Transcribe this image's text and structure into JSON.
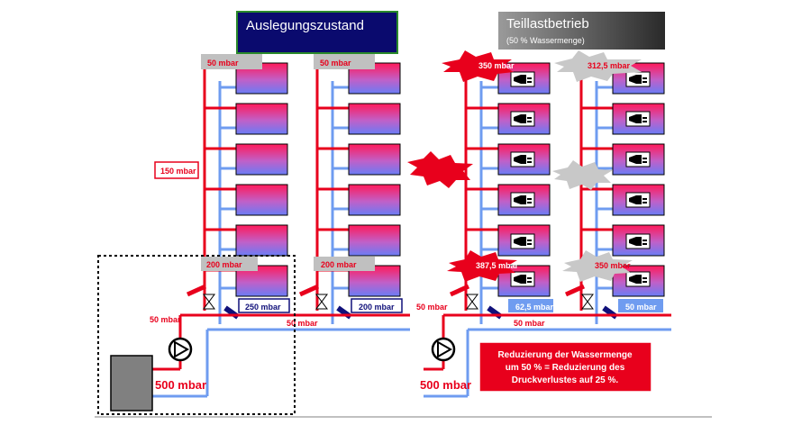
{
  "left": {
    "title": "Auslegungszustand",
    "top_labels": [
      "50 mbar",
      "50 mbar"
    ],
    "side_label": "150 mbar",
    "bottom_labels": [
      "200 mbar",
      "200 mbar"
    ],
    "valve_labels": [
      "250 mbar",
      "200 mbar"
    ],
    "pipe_labels": [
      "50 mbar",
      "50 mbar"
    ],
    "pump_pressure": "500 mbar"
  },
  "right": {
    "title": "Teillastbetrieb",
    "subtitle": "(50 % Wassermenge)",
    "top_labels": [
      "350 mbar",
      "312,5 mbar"
    ],
    "bottom_labels": [
      "387,5 mbar",
      "350 mbar"
    ],
    "valve_labels": [
      "62,5 mbar",
      "50 mbar"
    ],
    "pipe_labels": [
      "50 mbar",
      "50 mbar"
    ],
    "pump_pressure": "500 mbar",
    "note_lines": [
      "Reduzierung der Wassermenge",
      "um 50 % = Reduzierung des",
      "Druckverlustes auf 25 %."
    ]
  },
  "colors": {
    "supply": "#e8001c",
    "return": "#6f9cf0",
    "title_bg": "#0a0a6e",
    "label_bg": "#c0c0c0",
    "note_bg": "#e8001c"
  }
}
